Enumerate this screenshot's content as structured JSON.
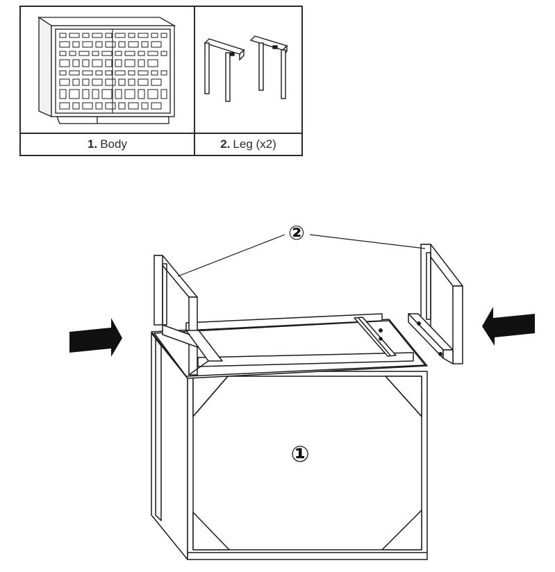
{
  "parts": [
    {
      "number": "1.",
      "name": "Body"
    },
    {
      "number": "2.",
      "name": "Leg (x2)"
    }
  ],
  "callouts": {
    "body": "①",
    "leg": "②"
  },
  "arrows": [
    "push-arrow-left",
    "push-arrow-right"
  ],
  "colors": {
    "line": "#1a1a1a",
    "background": "#ffffff"
  }
}
